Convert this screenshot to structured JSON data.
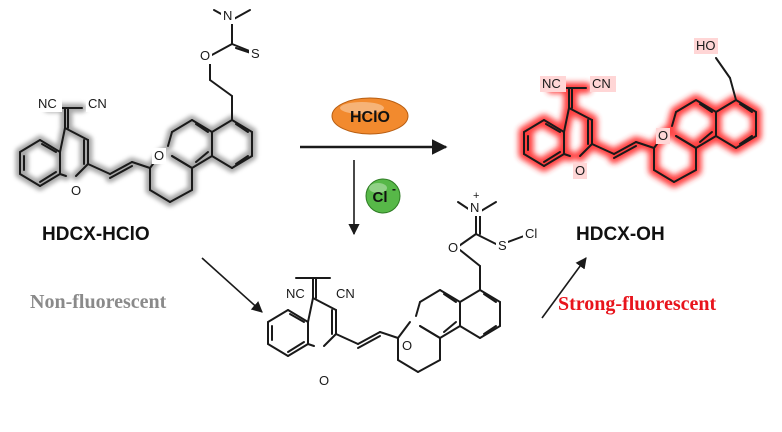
{
  "compounds": {
    "probe": {
      "name": "HDCX-HClO"
    },
    "product": {
      "name": "HDCX-OH"
    }
  },
  "reagents": {
    "hclo": {
      "label": "HClO",
      "color": "#f28a2e"
    },
    "chloride": {
      "label": "Cl",
      "charge": "-",
      "color": "#57b848"
    }
  },
  "states": {
    "non_fluorescent": {
      "label": "Non-fluorescent",
      "color": "#8a8a8a"
    },
    "strong_fluorescent": {
      "label": "Strong-fluorescent",
      "color": "#e8141c"
    }
  },
  "atoms": {
    "nc": "NC",
    "cn": "CN",
    "o": "O",
    "n": "N",
    "s": "S",
    "cl": "Cl",
    "ho": "HO",
    "plus": "+"
  },
  "colors": {
    "ink": "#1a1a1a",
    "probe_glow": "#9a9a9a",
    "product_glow": "#ff2a2a",
    "product_fill": "#ffd6d6"
  }
}
